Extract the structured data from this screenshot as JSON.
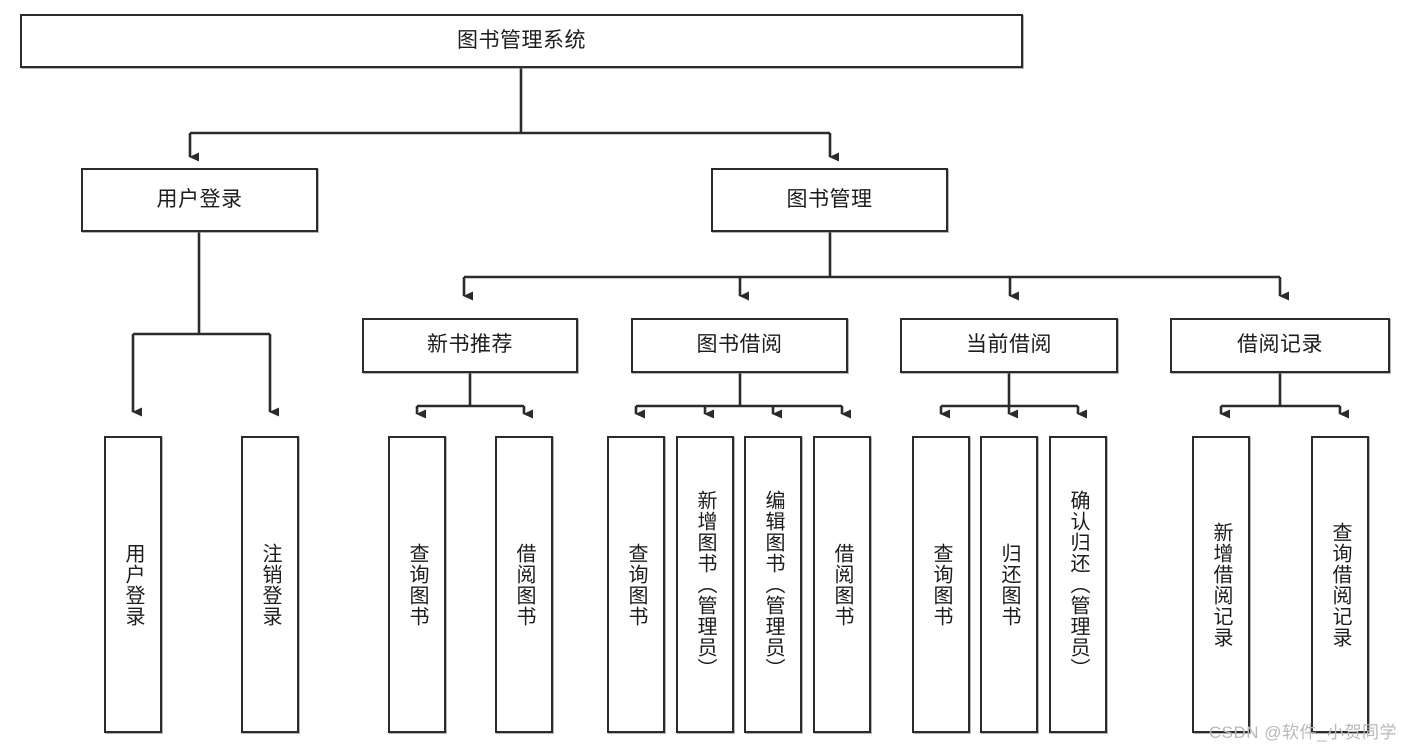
{
  "diagram": {
    "title": "图书管理系统",
    "type": "tree-hierarchy",
    "root": {
      "id": "root",
      "label": "图书管理系统"
    },
    "level2": [
      {
        "id": "user-login",
        "label": "用户登录"
      },
      {
        "id": "book-manage",
        "label": "图书管理"
      }
    ],
    "level3": [
      {
        "id": "new-book-rec",
        "label": "新书推荐",
        "parent": "book-manage"
      },
      {
        "id": "book-borrow",
        "label": "图书借阅",
        "parent": "book-manage"
      },
      {
        "id": "current-borrow",
        "label": "当前借阅",
        "parent": "book-manage"
      },
      {
        "id": "borrow-record",
        "label": "借阅记录",
        "parent": "book-manage"
      }
    ],
    "leaves": [
      {
        "id": "leaf-user-login",
        "label": "用户登录",
        "parent": "user-login"
      },
      {
        "id": "leaf-logout-login",
        "label": "注销登录",
        "parent": "user-login"
      },
      {
        "id": "leaf-query-book-1",
        "label": "查询图书",
        "parent": "new-book-rec"
      },
      {
        "id": "leaf-borrow-book-1",
        "label": "借阅图书",
        "parent": "new-book-rec"
      },
      {
        "id": "leaf-query-book-2",
        "label": "查询图书",
        "parent": "book-borrow"
      },
      {
        "id": "leaf-add-book",
        "label": "新增图书（管理员）",
        "parent": "book-borrow"
      },
      {
        "id": "leaf-edit-book",
        "label": "编辑图书（管理员）",
        "parent": "book-borrow"
      },
      {
        "id": "leaf-borrow-book-2",
        "label": "借阅图书",
        "parent": "book-borrow"
      },
      {
        "id": "leaf-query-book-3",
        "label": "查询图书",
        "parent": "current-borrow"
      },
      {
        "id": "leaf-return-book",
        "label": "归还图书",
        "parent": "current-borrow"
      },
      {
        "id": "leaf-confirm-return",
        "label": "确认归还（管理员）",
        "parent": "current-borrow"
      },
      {
        "id": "leaf-add-record",
        "label": "新增借阅记录",
        "parent": "borrow-record"
      },
      {
        "id": "leaf-query-record",
        "label": "查询借阅记录",
        "parent": "borrow-record"
      }
    ],
    "watermark": "CSDN @软件_小贺同学",
    "colors": {
      "border": "#2b2b2b",
      "text": "#1c1c1c",
      "background": "#ffffff",
      "watermark": "#b8b8b8"
    }
  }
}
